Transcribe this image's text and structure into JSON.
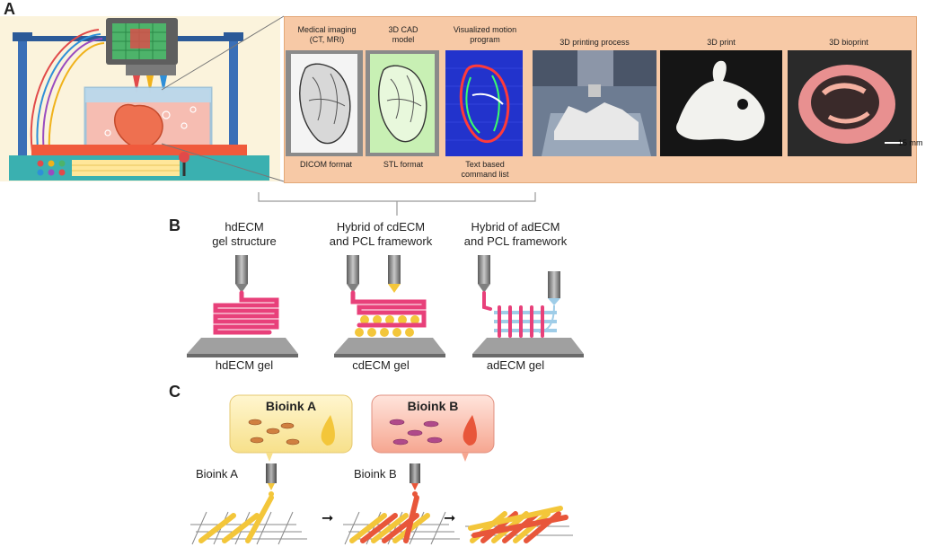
{
  "panels": {
    "a": "A",
    "b": "B",
    "c": "C"
  },
  "panel_a": {
    "steps": [
      {
        "top": "Medical imaging\n(CT, MRI)",
        "bottom": "DICOM format"
      },
      {
        "top": "3D CAD\nmodel",
        "bottom": "STL format"
      },
      {
        "top": "Visualized motion\nprogram",
        "bottom": "Text based\ncommand list"
      },
      {
        "top": "3D printing process",
        "bottom": ""
      },
      {
        "top": "3D print",
        "bottom": ""
      },
      {
        "top": "3D bioprint",
        "bottom": ""
      }
    ],
    "scale_bar": "15 mm"
  },
  "panel_b": {
    "items": [
      {
        "top": "hdECM\ngel structure",
        "bottom": "hdECM gel"
      },
      {
        "top": "Hybrid of cdECM\nand PCL framework",
        "bottom": "cdECM gel"
      },
      {
        "top": "Hybrid of adECM\nand PCL framework",
        "bottom": "adECM gel"
      }
    ]
  },
  "panel_c": {
    "bubble_a": "Bioink A",
    "bubble_b": "Bioink B",
    "nozzle_a": "Bioink A",
    "nozzle_b": "Bioink B",
    "arrow": "➞"
  },
  "colors": {
    "strip": "#f7c9a6",
    "ecm_pink": "#e8407a",
    "bioink_yellow": "#f3c63a",
    "bioink_red": "#e8563a",
    "machine_blue": "#3a6fb7"
  }
}
